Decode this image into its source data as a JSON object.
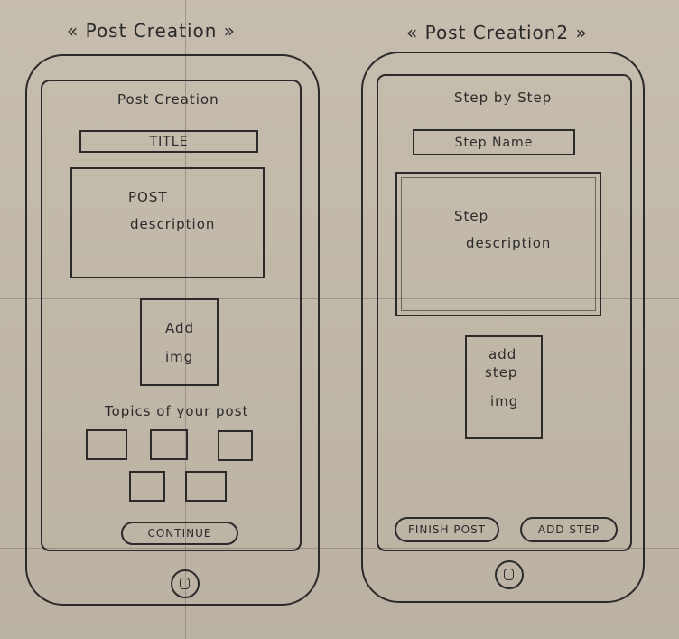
{
  "left_screen": {
    "caption": "« Post Creation »",
    "screen_title": "Post Creation",
    "title_field": "TITLE",
    "description_line1": "POST",
    "description_line2": "description",
    "image_line1": "Add",
    "image_line2": "img",
    "topics_label": "Topics of your post",
    "continue_label": "CONTINUE"
  },
  "right_screen": {
    "caption": "« Post Creation2 »",
    "screen_title": "Step by Step",
    "step_name_field": "Step Name",
    "description_line1": "Step",
    "description_line2": "description",
    "image_line1": "add",
    "image_line2": "step",
    "image_line3": "img",
    "finish_label": "FINISH POST",
    "add_step_label": "ADD STEP"
  }
}
